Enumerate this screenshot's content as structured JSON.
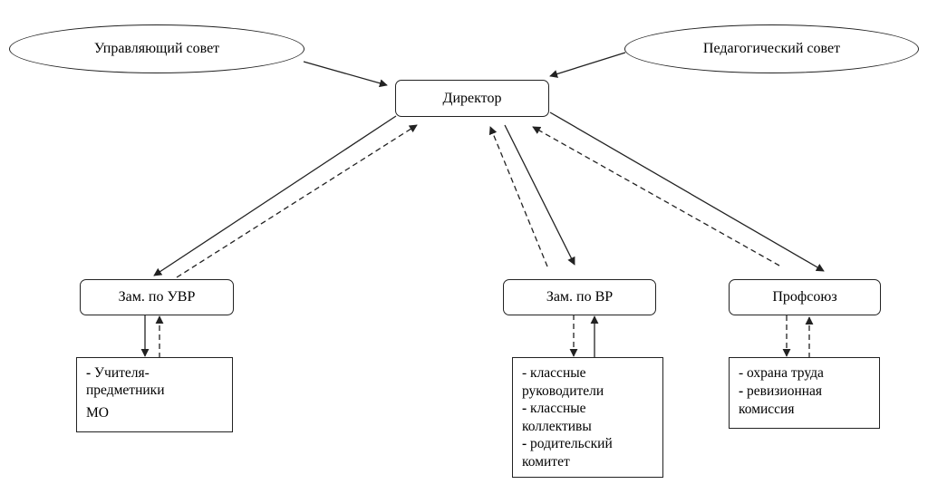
{
  "nodes": {
    "governing_council": "Управляющий совет",
    "pedagogical_council": "Педагогический совет",
    "director": "Директор",
    "deputy_uvr": "Зам. по УВР",
    "deputy_vr": "Зам. по ВР",
    "trade_union": "Профсоюз"
  },
  "lists": {
    "uvr": {
      "dash": "-",
      "line1": "Учителя-",
      "line2": "предметники",
      "line3": "МО"
    },
    "vr": {
      "item1a": "- классные",
      "item1b": "руководители",
      "dash2": "-",
      "item2a": "классные",
      "item2b": "коллективы",
      "dash3": "-",
      "item3a": "родительский",
      "item3b": "комитет"
    },
    "union": {
      "item1": "- охрана труда",
      "dash2": "-",
      "item2a": "ревизионная",
      "item2b": "комиссия"
    }
  },
  "colors": {
    "line": "#222222",
    "background": "#ffffff"
  }
}
